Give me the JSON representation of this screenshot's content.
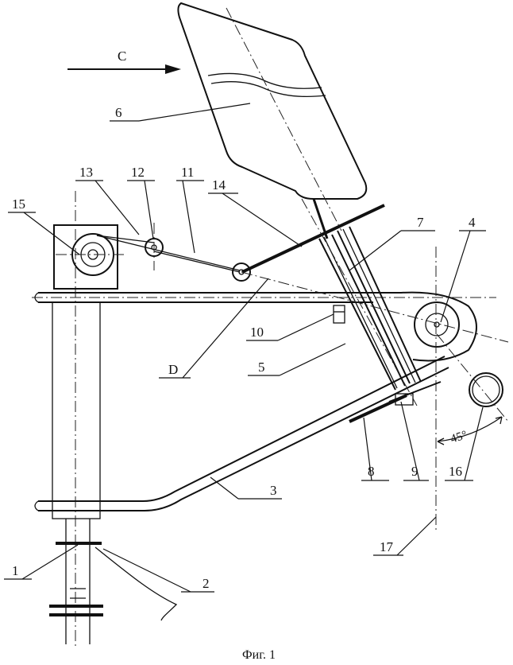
{
  "caption": "Фиг. 1",
  "direction_label": "C",
  "angle_label": "45°",
  "callouts": {
    "c1": "1",
    "c2": "2",
    "c3": "3",
    "c4": "4",
    "c5": "5",
    "c6": "6",
    "c7": "7",
    "c8": "8",
    "c9": "9",
    "c10": "10",
    "c11": "11",
    "c12": "12",
    "c13": "13",
    "c14": "14",
    "c15": "15",
    "c16": "16",
    "c17": "17",
    "cD": "D"
  },
  "colors": {
    "ink": "#111111",
    "paper": "#ffffff"
  }
}
